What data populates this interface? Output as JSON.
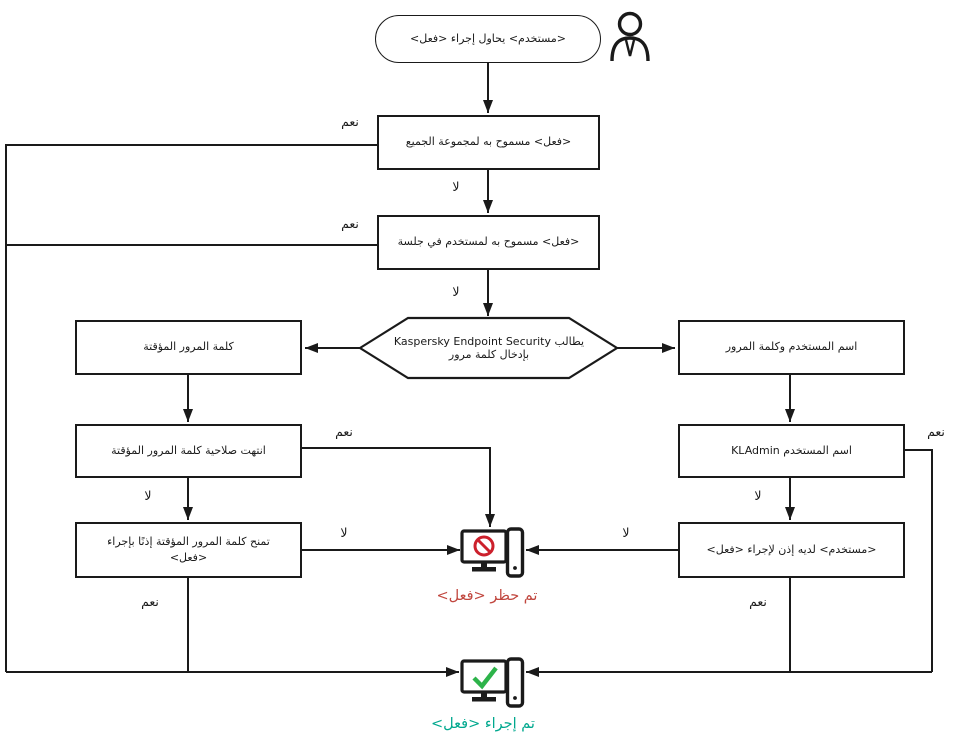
{
  "colors": {
    "line": "#1a1a1a",
    "deny-badge": "#cc202c",
    "deny-text": "#c1473f",
    "ok-badge": "#2db34a",
    "ok-text": "#00a88e"
  },
  "diagram": {
    "start": "<مستخدم> يحاول إجراء <فعل>",
    "labels": {
      "yes": "نعم",
      "no": "لا"
    },
    "nodes": {
      "allowed_everyone": "<فعل> مسموح به لمجموعة الجميع",
      "allowed_session": "<فعل> مسموح به لمستخدم في جلسة",
      "kes_prompt": "يطالب Kaspersky Endpoint Security بإدخال كلمة مرور",
      "temp_password": "كلمة المرور المؤقتة",
      "temp_expired": "انتهت صلاحية كلمة المرور المؤقتة",
      "temp_grants": "تمنح كلمة المرور المؤقتة إذنًا بإجراء <فعل>",
      "user_password": "اسم المستخدم وكلمة المرور",
      "kladmin": "اسم المستخدم KLAdmin",
      "user_permission": "<مستخدم> لديه إذن لإجراء <فعل>"
    },
    "outcomes": {
      "blocked": "تم حظر <فعل>",
      "performed": "تم إجراء <فعل>"
    }
  }
}
